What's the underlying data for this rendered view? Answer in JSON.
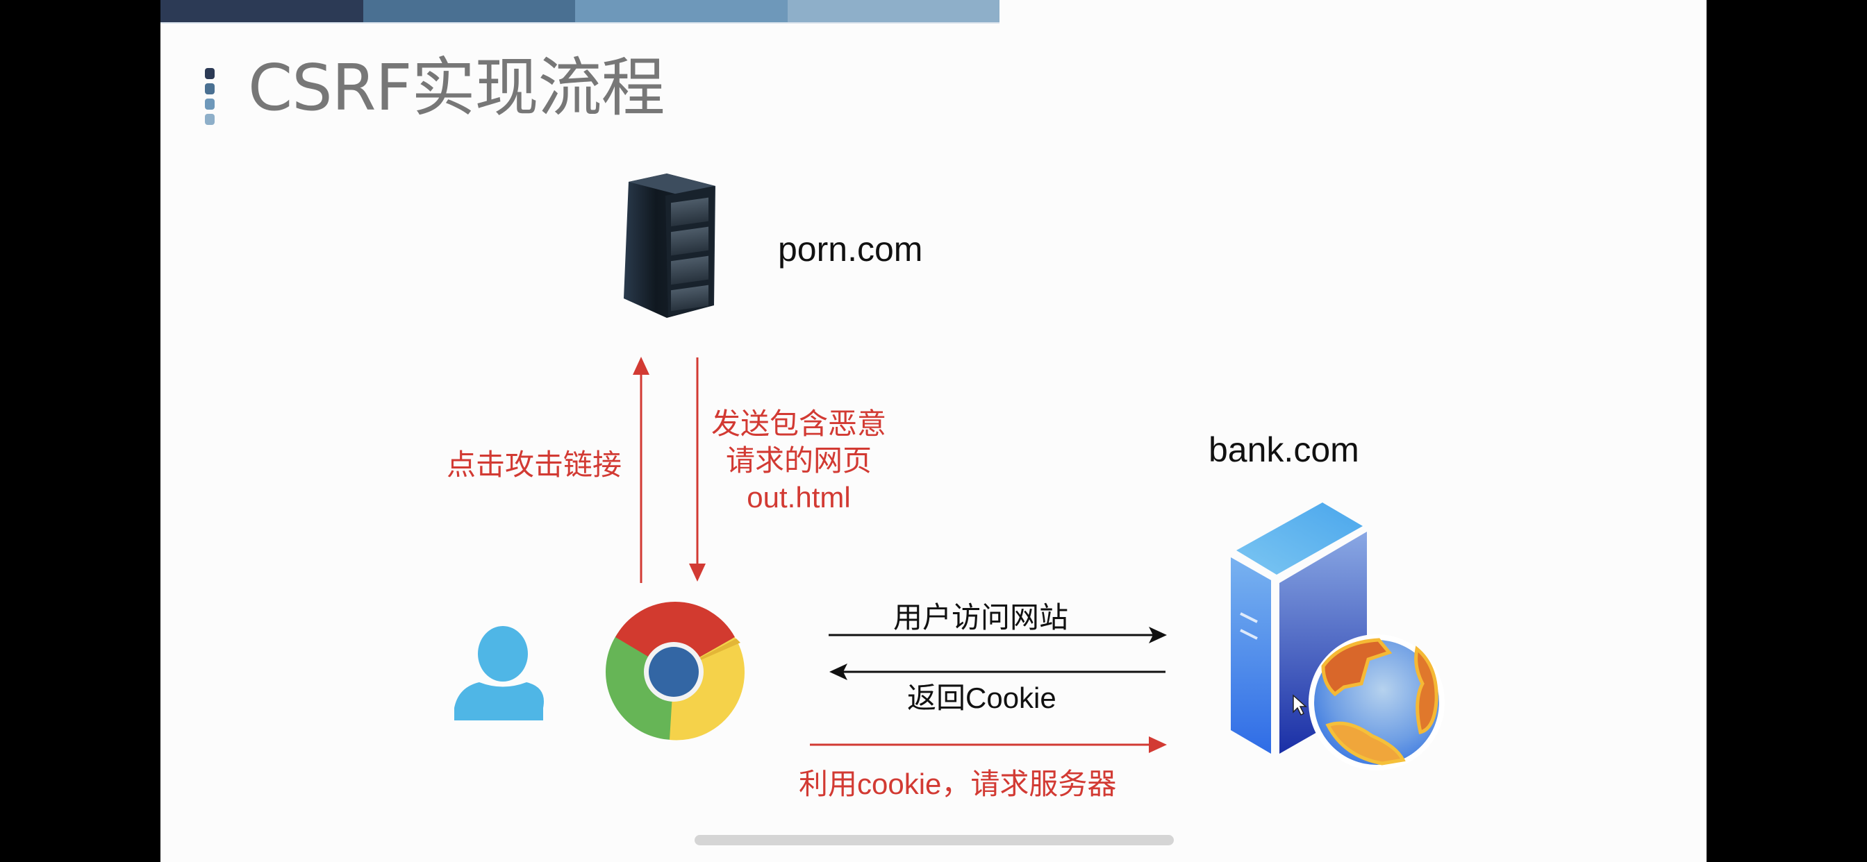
{
  "slide": {
    "title": "CSRF实现流程",
    "header_stripe_colors": [
      "#2c3a55",
      "#4a7092",
      "#6e98ba",
      "#8eafc9"
    ],
    "title_dot_colors": [
      "#2c3a55",
      "#4a7092",
      "#6e98ba",
      "#8eafc9"
    ]
  },
  "nodes": {
    "attacker_site": {
      "label": "porn.com",
      "icon": "server-rack-icon"
    },
    "bank_site": {
      "label": "bank.com",
      "icon": "server-globe-icon"
    },
    "user": {
      "icon": "user-icon",
      "color": "#4fb6e6"
    },
    "browser": {
      "icon": "chrome-browser-icon"
    }
  },
  "edges": {
    "click_attack_link": {
      "label": "点击攻击链接",
      "color": "#d23a33",
      "direction": "browser→porn.com"
    },
    "send_malicious_page": {
      "lines": [
        "发送包含恶意",
        "请求的网页",
        "out.html"
      ],
      "color": "#d23a33",
      "direction": "porn.com→browser"
    },
    "visit_site": {
      "label": "用户访问网站",
      "color": "#111111",
      "direction": "browser→bank.com"
    },
    "return_cookie": {
      "label": "返回Cookie",
      "color": "#111111",
      "direction": "bank.com→browser"
    },
    "forged_request": {
      "label": "利用cookie，请求服务器",
      "color": "#d23a33",
      "direction": "browser→bank.com"
    }
  },
  "colors": {
    "accent_red": "#d23a33",
    "text_black": "#111111",
    "title_gray": "#777777"
  }
}
